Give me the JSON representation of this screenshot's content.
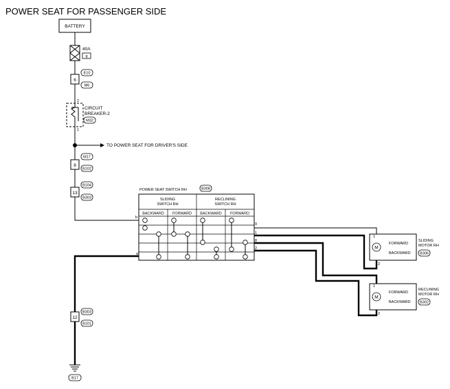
{
  "title": "POWER SEAT FOR PASSENGER SIDE",
  "battery": {
    "label": "BATTERY"
  },
  "fuse": {
    "rating": "40A",
    "id": "g"
  },
  "connectors": {
    "e10": "E10",
    "m6": "M6",
    "m32": "M32",
    "m17": "M17",
    "b102": "B102",
    "b104": "B104",
    "b303": "B303",
    "b303b": "B303",
    "b101": "B101",
    "b308": "B308",
    "b306": "B306",
    "b302": "B302",
    "b17": "B17"
  },
  "pins": {
    "p6": "6",
    "p2": "2",
    "p1": "1",
    "p8": "8",
    "p13": "13",
    "p12": "12",
    "sw_b": "b",
    "sw_a": "a",
    "sw_p9": "9",
    "sw_p1": "1",
    "sw_p8": "8",
    "sw_p2": "2",
    "m1_p1": "1",
    "m1_p2": "2",
    "m2_p1": "1",
    "m2_p2": "2"
  },
  "circuit_breaker": {
    "line1": "CIRCUIT",
    "line2": "BREAKER-2"
  },
  "branch_label": "TO POWER SEAT FOR DRIVER'S SIDE",
  "switch": {
    "label": "POWER SEAT SWITCH RH",
    "sliding": {
      "line1": "SLIDING",
      "line2": "SWITCH RH"
    },
    "reclining": {
      "line1": "RECLINING",
      "line2": "SWITCH RH"
    },
    "cols": [
      "BACKWARD",
      "FORWARD",
      "BACKWARD",
      "FORWARD"
    ]
  },
  "sliding_motor": {
    "forward": "FORWARD",
    "backward": "BACKWARD",
    "line1": "SLIDING",
    "line2": "MOTOR RH",
    "symbol": "M"
  },
  "reclining_motor": {
    "forward": "FORWARD",
    "backward": "BACKWARD",
    "line1": "RECLINING",
    "line2": "MOTOR RH",
    "symbol": "M"
  }
}
